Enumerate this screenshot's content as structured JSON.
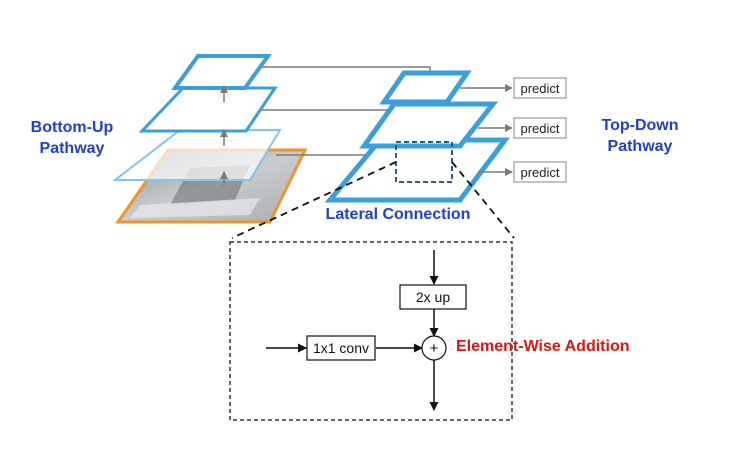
{
  "labels": {
    "bottom_up": "Bottom-Up\nPathway",
    "top_down": "Top-Down\nPathway",
    "lateral": "Lateral Connection",
    "element_wise": "Element-Wise Addition"
  },
  "nodes": {
    "predict": [
      "predict",
      "predict",
      "predict"
    ],
    "upsample": "2x up",
    "conv": "1x1 conv",
    "plus": "+"
  },
  "colors": {
    "pyramid_blue": "#3aa0dc",
    "image_orange": "#f0952a",
    "label_blue": "#1f3fd6",
    "label_red": "#e3140e",
    "arrow_gray": "#7a7a7a",
    "dashed": "#333333"
  }
}
